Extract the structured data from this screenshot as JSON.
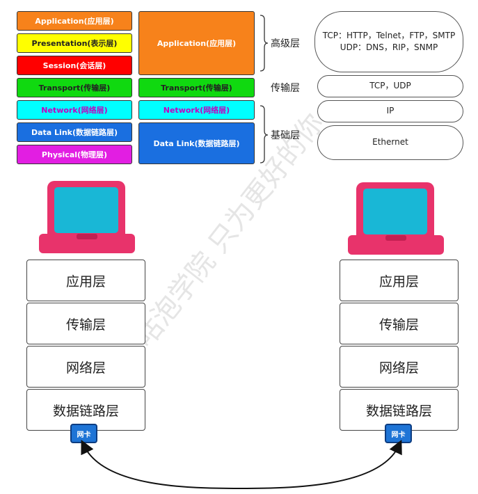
{
  "osi_layers": [
    {
      "label": "Application(应用层)",
      "color": "#f7821b"
    },
    {
      "label": "Presentation(表示层)",
      "color": "#ffff00"
    },
    {
      "label": "Session(会话层)",
      "color": "#ff0000"
    },
    {
      "label": "Transport(传输层)",
      "color": "#10d910"
    },
    {
      "label": "Network(网络层)",
      "color": "#00ffff"
    },
    {
      "label": "Data Link(数据链路层)",
      "color": "#1a6fe0"
    },
    {
      "label": "Physical(物理层)",
      "color": "#e21ee2"
    }
  ],
  "tcpip_layers": [
    {
      "label": "Application(应用层)",
      "color": "#f7821b"
    },
    {
      "label": "Transport(传输层)",
      "color": "#10d910"
    },
    {
      "label": "Network(网络层)",
      "color": "#00ffff"
    },
    {
      "label": "Data Link(数据链路层)",
      "color": "#1a6fe0"
    }
  ],
  "group_labels": {
    "high": "高级层",
    "transport": "传输层",
    "base": "基础层"
  },
  "protocols": {
    "app_line1": "TCP：HTTP，Telnet，FTP，SMTP",
    "app_line2": "UDP：DNS，RIP，SNMP",
    "transport": "TCP，UDP",
    "network": "IP",
    "link": "Ethernet"
  },
  "host_stack": [
    "应用层",
    "传输层",
    "网络层",
    "数据链路层"
  ],
  "nic_label": "网卡",
  "watermark": "咕泡学院  只为更好的你",
  "colors": {
    "laptop": "#e8336b",
    "screen": "#19b7d6"
  }
}
